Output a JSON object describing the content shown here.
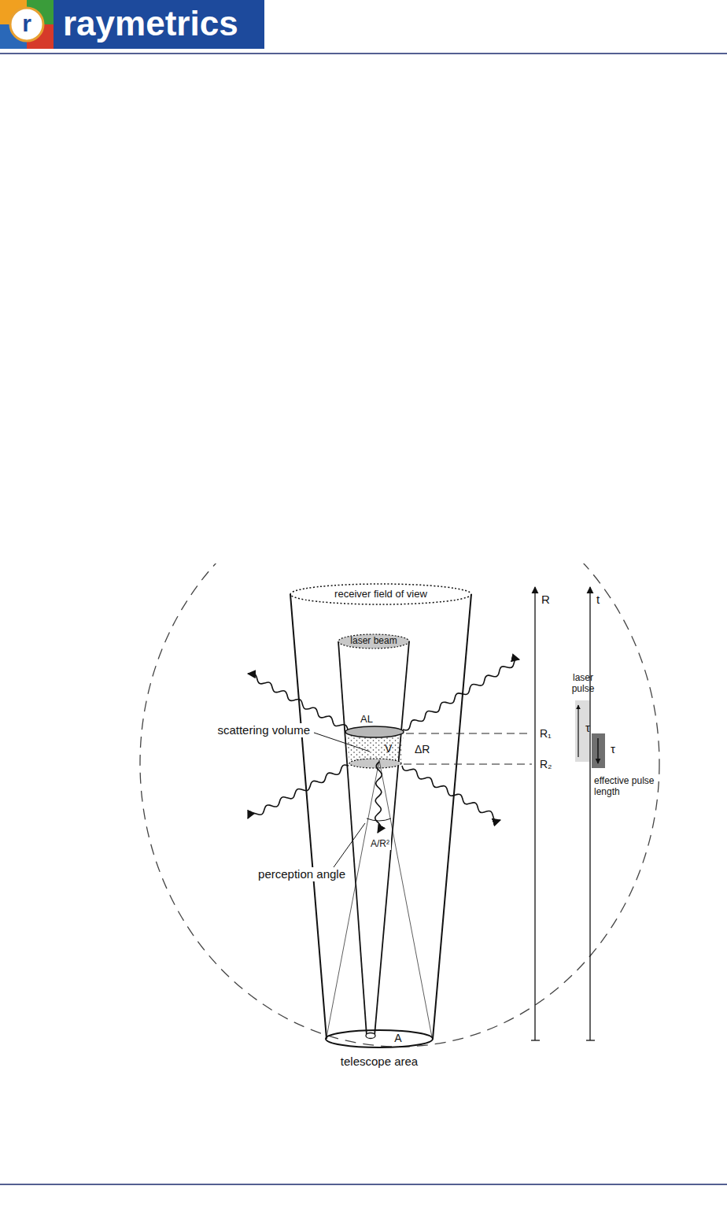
{
  "diagram": {
    "nodes": [
      {
        "text": [
          "receiver field of view"
        ]
      },
      {
        "text": [
          "laser beam"
        ]
      },
      {
        "text": [
          "A"
        ]
      }
    ],
    "labels": [
      "r",
      "raymetrics",
      "AL",
      "scattering volume",
      "V",
      "ΔR",
      "A/R²",
      "perception angle",
      "telescope area",
      "R",
      "t",
      "laser pulse",
      "τ",
      "τ",
      "R₁",
      "R₂",
      "effective pulse length"
    ]
  }
}
